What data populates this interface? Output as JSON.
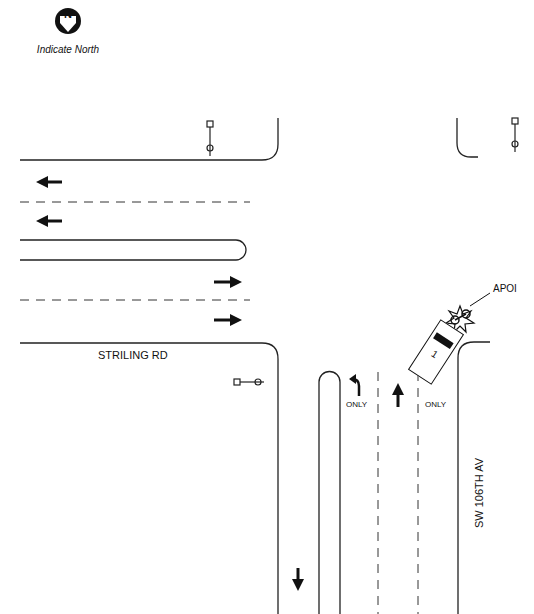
{
  "diagram": {
    "nodes": [
      {
        "text": [
          "N",
          "Indicate North"
        ]
      },
      {
        "text": [
          "1"
        ]
      }
    ],
    "labels": [
      "APOI",
      "STRILING RD",
      "ONLY",
      "ONLY",
      "SW 106TH AV"
    ]
  }
}
